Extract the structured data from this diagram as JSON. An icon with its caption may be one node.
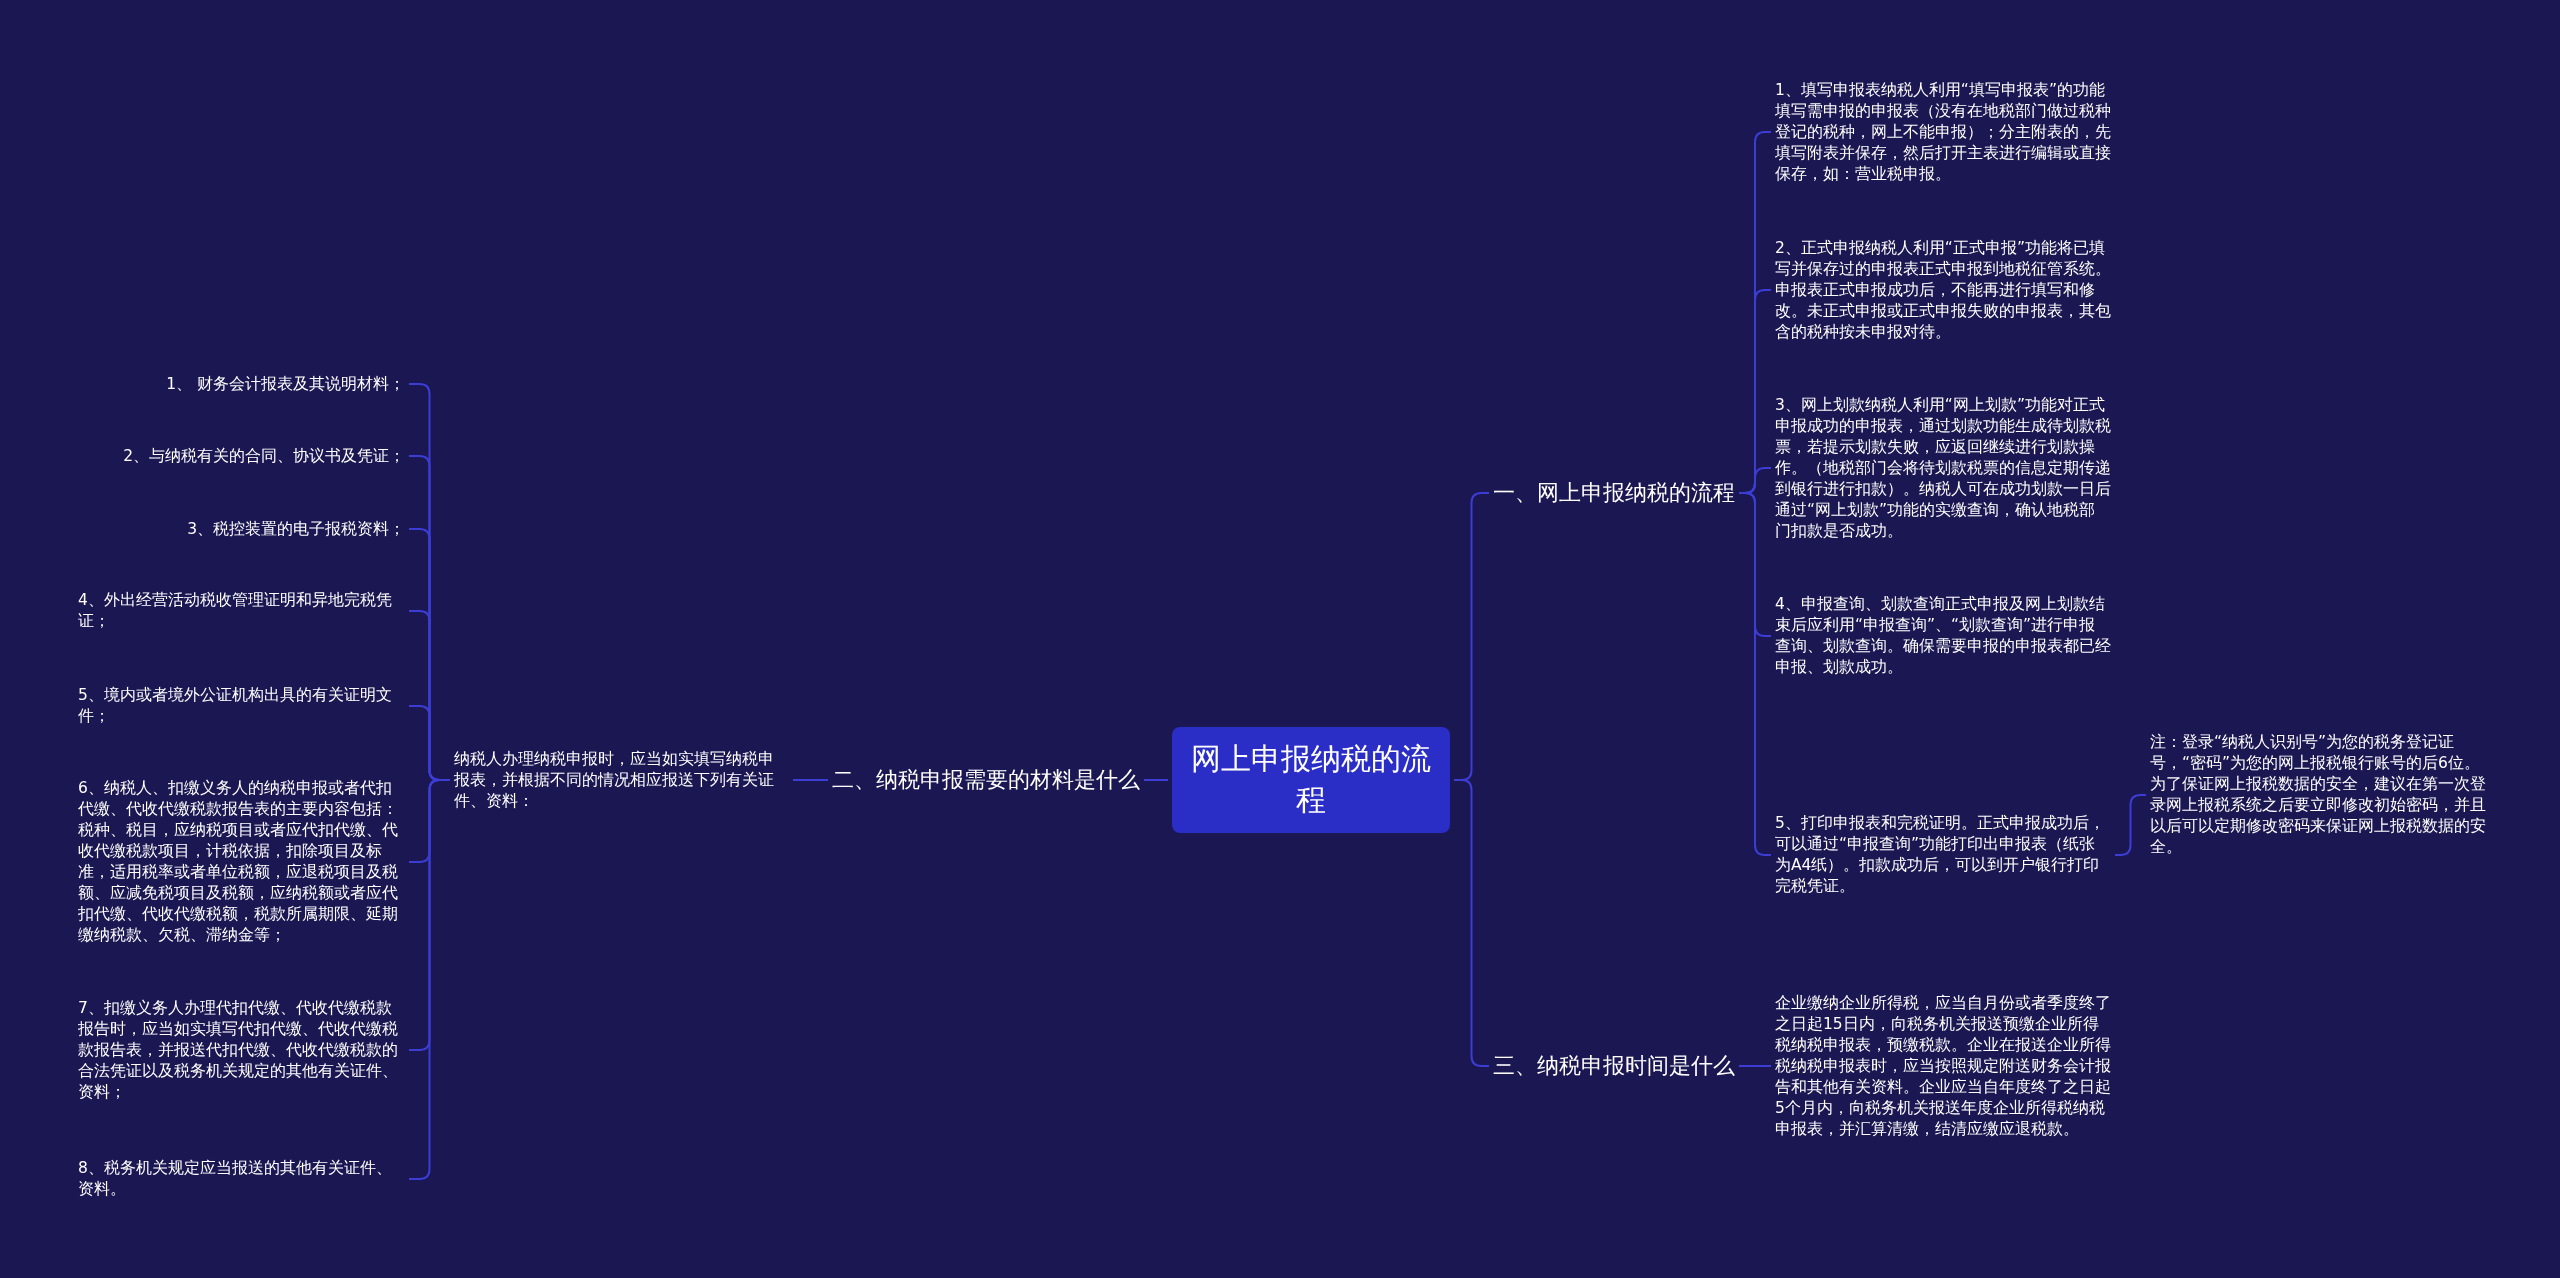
{
  "diagram": {
    "nodes": [
      {
        "text": [
          "网上申报纳税的流程"
        ]
      },
      {
        "text": [
          "一、网上申报纳税的流程"
        ]
      },
      {
        "text": [
          "1、填写申报表纳税人利用“填写申报表”的功能填写需申报的申报表（没有在地税部门做过税种登记的税种，网上不能申报）；分主附表的，先填写附表并保存，然后打开主表进行编辑或直接保存，如：营业税申报。"
        ]
      },
      {
        "text": [
          "2、正式申报纳税人利用“正式申报”功能将已填写并保存过的申报表正式申报到地税征管系统。申报表正式申报成功后，不能再进行填写和修改。未正式申报或正式申报失败的申报表，其包含的税种按未申报对待。"
        ]
      },
      {
        "text": [
          "3、网上划款纳税人利用“网上划款”功能对正式申报成功的申报表，通过划款功能生成待划款税票，若提示划款失败，应返回继续进行划款操作。（地税部门会将待划款税票的信息定期传递到银行进行扣款）。纳税人可在成功划款一日后通过“网上划款”功能的实缴查询，确认地税部门扣款是否成功。"
        ]
      },
      {
        "text": [
          "4、申报查询、划款查询正式申报及网上划款结束后应利用“申报查询”、“划款查询”进行申报查询、划款查询。确保需要申报的申报表都已经申报、划款成功。"
        ]
      },
      {
        "text": [
          "5、打印申报表和完税证明。正式申报成功后，可以通过“申报查询”功能打印出申报表（纸张为A4纸）。扣款成功后，可以到开户银行打印完税凭证。"
        ]
      },
      {
        "text": [
          "注：登录“纳税人识别号”为您的税务登记证号，“密码”为您的网上报税银行账号的后6位。为了保证网上报税数据的安全，建议在第一次登录网上报税系统之后要立即修改初始密码，并且以后可以定期修改密码来保证网上报税数据的安全。"
        ]
      },
      {
        "text": [
          "二、纳税申报需要的材料是什么"
        ]
      },
      {
        "text": [
          "纳税人办理纳税申报时，应当如实填写纳税申报表，并根据不同的情况相应报送下列有关证件、资料："
        ]
      },
      {
        "text": [
          "1、 财务会计报表及其说明材料；"
        ]
      },
      {
        "text": [
          "2、与纳税有关的合同、协议书及凭证；"
        ]
      },
      {
        "text": [
          "3、税控装置的电子报税资料；"
        ]
      },
      {
        "text": [
          "4、外出经营活动税收管理证明和异地完税凭证；"
        ]
      },
      {
        "text": [
          "5、境内或者境外公证机构出具的有关证明文件；"
        ]
      },
      {
        "text": [
          "6、纳税人、扣缴义务人的纳税申报或者代扣代缴、代收代缴税款报告表的主要内容包括：税种、税目，应纳税项目或者应代扣代缴、代收代缴税款项目，计税依据，扣除项目及标准，适用税率或者单位税额，应退税项目及税额、应减免税项目及税额，应纳税额或者应代扣代缴、代收代缴税额，税款所属期限、延期缴纳税款、欠税、滞纳金等；"
        ]
      },
      {
        "text": [
          "7、扣缴义务人办理代扣代缴、代收代缴税款报告时，应当如实填写代扣代缴、代收代缴税款报告表，并报送代扣代缴、代收代缴税款的合法凭证以及税务机关规定的其他有关证件、资料；"
        ]
      },
      {
        "text": [
          "8、税务机关规定应当报送的其他有关证件、资料。"
        ]
      },
      {
        "text": [
          "三、纳税申报时间是什么"
        ]
      },
      {
        "text": [
          "企业缴纳企业所得税，应当自月份或者季度终了之日起15日内，向税务机关报送预缴企业所得税纳税申报表，预缴税款。企业在报送企业所得税纳税申报表时，应当按照规定附送财务会计报告和其他有关资料。企业应当自年度终了之日起5个月内，向税务机关报送年度企业所得税纳税申报表，并汇算清缴，结清应缴应退税款。"
        ]
      }
    ],
    "edges": [
      {
        "from": 0,
        "to": 1,
        "arrow": "none"
      },
      {
        "from": 1,
        "to": 2,
        "arrow": "none"
      },
      {
        "from": 1,
        "to": 3,
        "arrow": "none"
      },
      {
        "from": 1,
        "to": 4,
        "arrow": "none"
      },
      {
        "from": 1,
        "to": 5,
        "arrow": "none"
      },
      {
        "from": 1,
        "to": 6,
        "arrow": "none"
      },
      {
        "from": 6,
        "to": 7,
        "arrow": "none"
      },
      {
        "from": 0,
        "to": 8,
        "arrow": "none"
      },
      {
        "from": 8,
        "to": 9,
        "arrow": "none"
      },
      {
        "from": 9,
        "to": 10,
        "arrow": "none"
      },
      {
        "from": 9,
        "to": 11,
        "arrow": "none"
      },
      {
        "from": 9,
        "to": 12,
        "arrow": "none"
      },
      {
        "from": 9,
        "to": 13,
        "arrow": "none"
      },
      {
        "from": 9,
        "to": 14,
        "arrow": "none"
      },
      {
        "from": 9,
        "to": 15,
        "arrow": "none"
      },
      {
        "from": 9,
        "to": 16,
        "arrow": "none"
      },
      {
        "from": 9,
        "to": 17,
        "arrow": "none"
      },
      {
        "from": 0,
        "to": 18,
        "arrow": "none"
      },
      {
        "from": 18,
        "to": 19,
        "arrow": "none"
      }
    ]
  }
}
